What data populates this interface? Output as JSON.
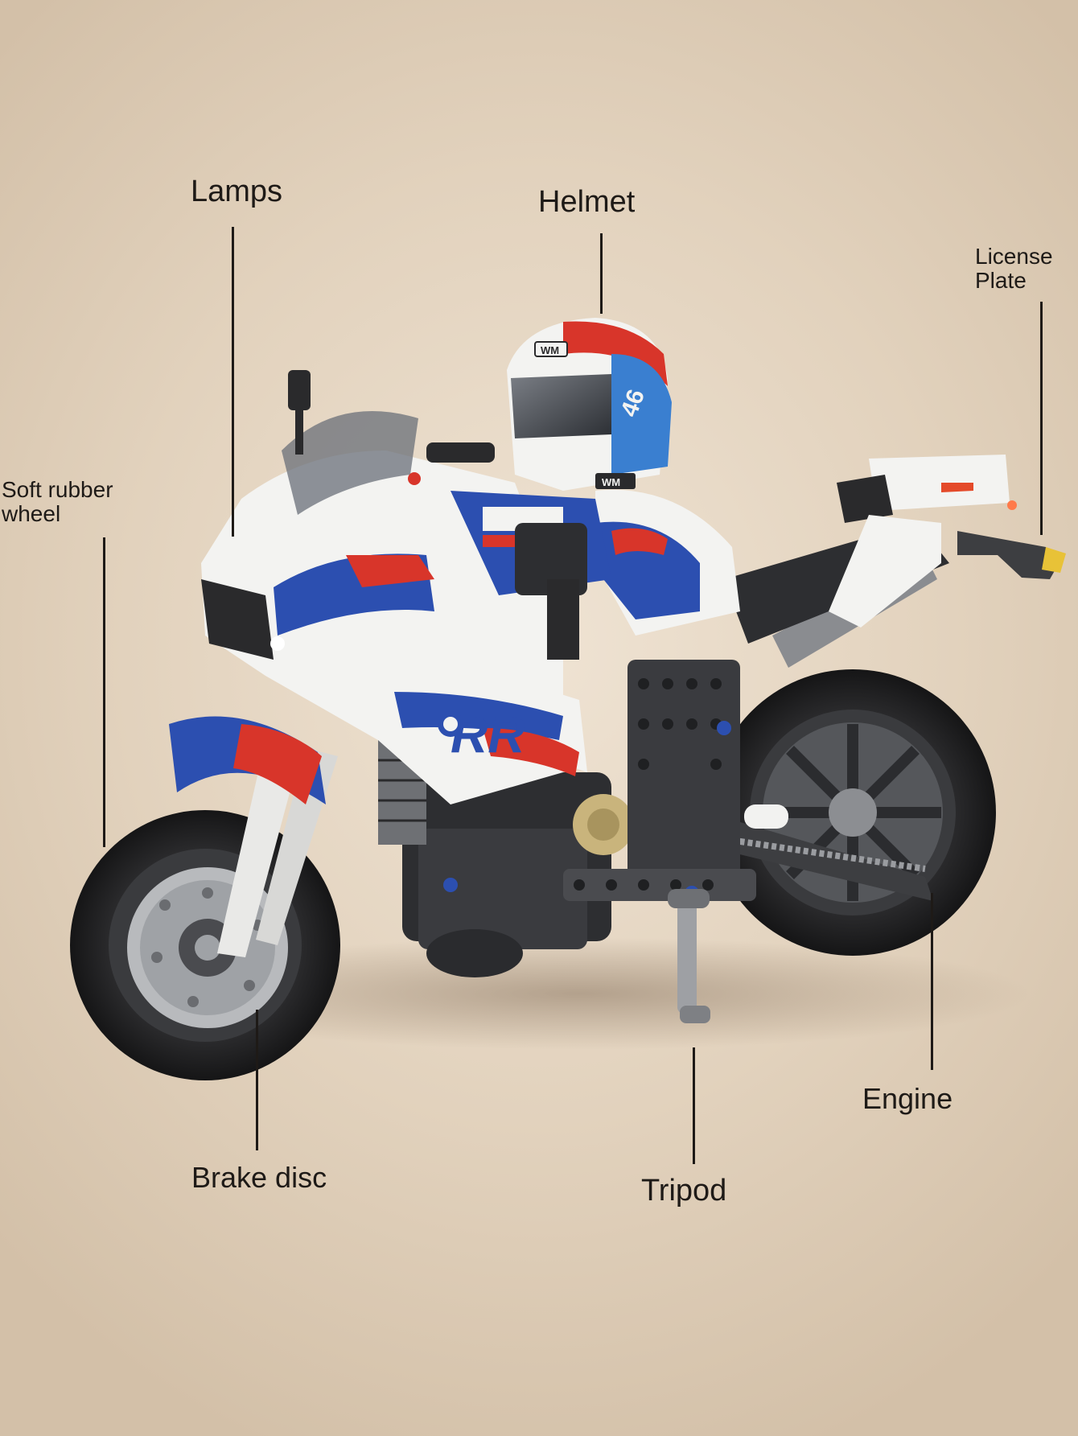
{
  "callouts": {
    "lamps": "Lamps",
    "helmet": "Helmet",
    "license_plate_line1": "License",
    "license_plate_line2": "Plate",
    "soft_rubber_wheel_line1": "Soft rubber",
    "soft_rubber_wheel_line2": "wheel",
    "brake_disc": "Brake disc",
    "tripod": "Tripod",
    "engine": "Engine"
  },
  "bike": {
    "helmet_number": "46",
    "brand_badge": "WM",
    "fairing_text": "RR",
    "colors": {
      "white": "#f3f3f1",
      "blue": "#2c4fb0",
      "red": "#d8352a",
      "black": "#2a2a2c",
      "grey": "#6e7074",
      "gold": "#c9b47c"
    }
  }
}
